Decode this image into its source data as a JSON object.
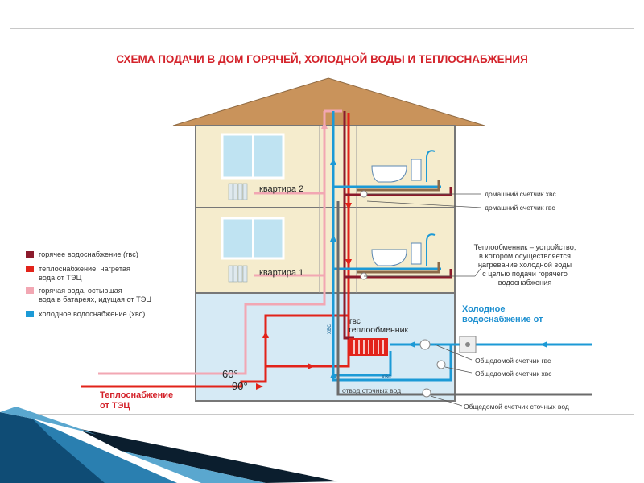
{
  "title": "СХЕМА ПОДАЧИ В ДОМ ГОРЯЧЕЙ, ХОЛОДНОЙ ВОДЫ И ТЕПЛОСНАБЖЕНИЯ",
  "colors": {
    "hot_water": "#8b1a2b",
    "heating": "#e2231a",
    "return_water": "#f2a7b3",
    "cold_water": "#1c9ad6",
    "sewer": "#6b6b6b",
    "title": "#d4232b"
  },
  "legend": {
    "hot_water_1": "горячее водоснабжение (гвс)",
    "heating_1": "теплоснабжение, нагретая",
    "heating_2": "вода от ТЭЦ",
    "return_1": "горячая вода, остывшая",
    "return_2": "вода в батареях, идущая от ТЭЦ",
    "cold_1": "холодное водоснабжение (хвс)"
  },
  "labels": {
    "apartment_2": "квартира 2",
    "apartment_1": "квартира 1",
    "home_meter_cold": "домашний счетчик хвс",
    "home_meter_hot": "домашний счетчик гвс",
    "exchanger_note_1": "Теплообменник – устройство,",
    "exchanger_note_2": "в котором осуществляется",
    "exchanger_note_3": "нагревание холодной воды",
    "exchanger_note_4": "с целью подачи горячего",
    "exchanger_note_5": "водоснабжения",
    "cold_supply_1": "Холодное",
    "cold_supply_2": "водоснабжение от",
    "gvs": "гвс",
    "exchanger": "теплообменник",
    "hvs_vertical": "хвс",
    "hvs": "хвс",
    "temp_60": "60°",
    "temp_90": "90°",
    "sewer_outlet": "отвод сточных вод",
    "building_meter_hot": "Общедомой счетчик гвс",
    "building_meter_cold": "Общедомой счетчик хвс",
    "building_meter_sewer": "Общедомой счетчик сточных вод",
    "heat_supply_1": "Теплоснабжение",
    "heat_supply_2": "от ТЭЦ"
  }
}
